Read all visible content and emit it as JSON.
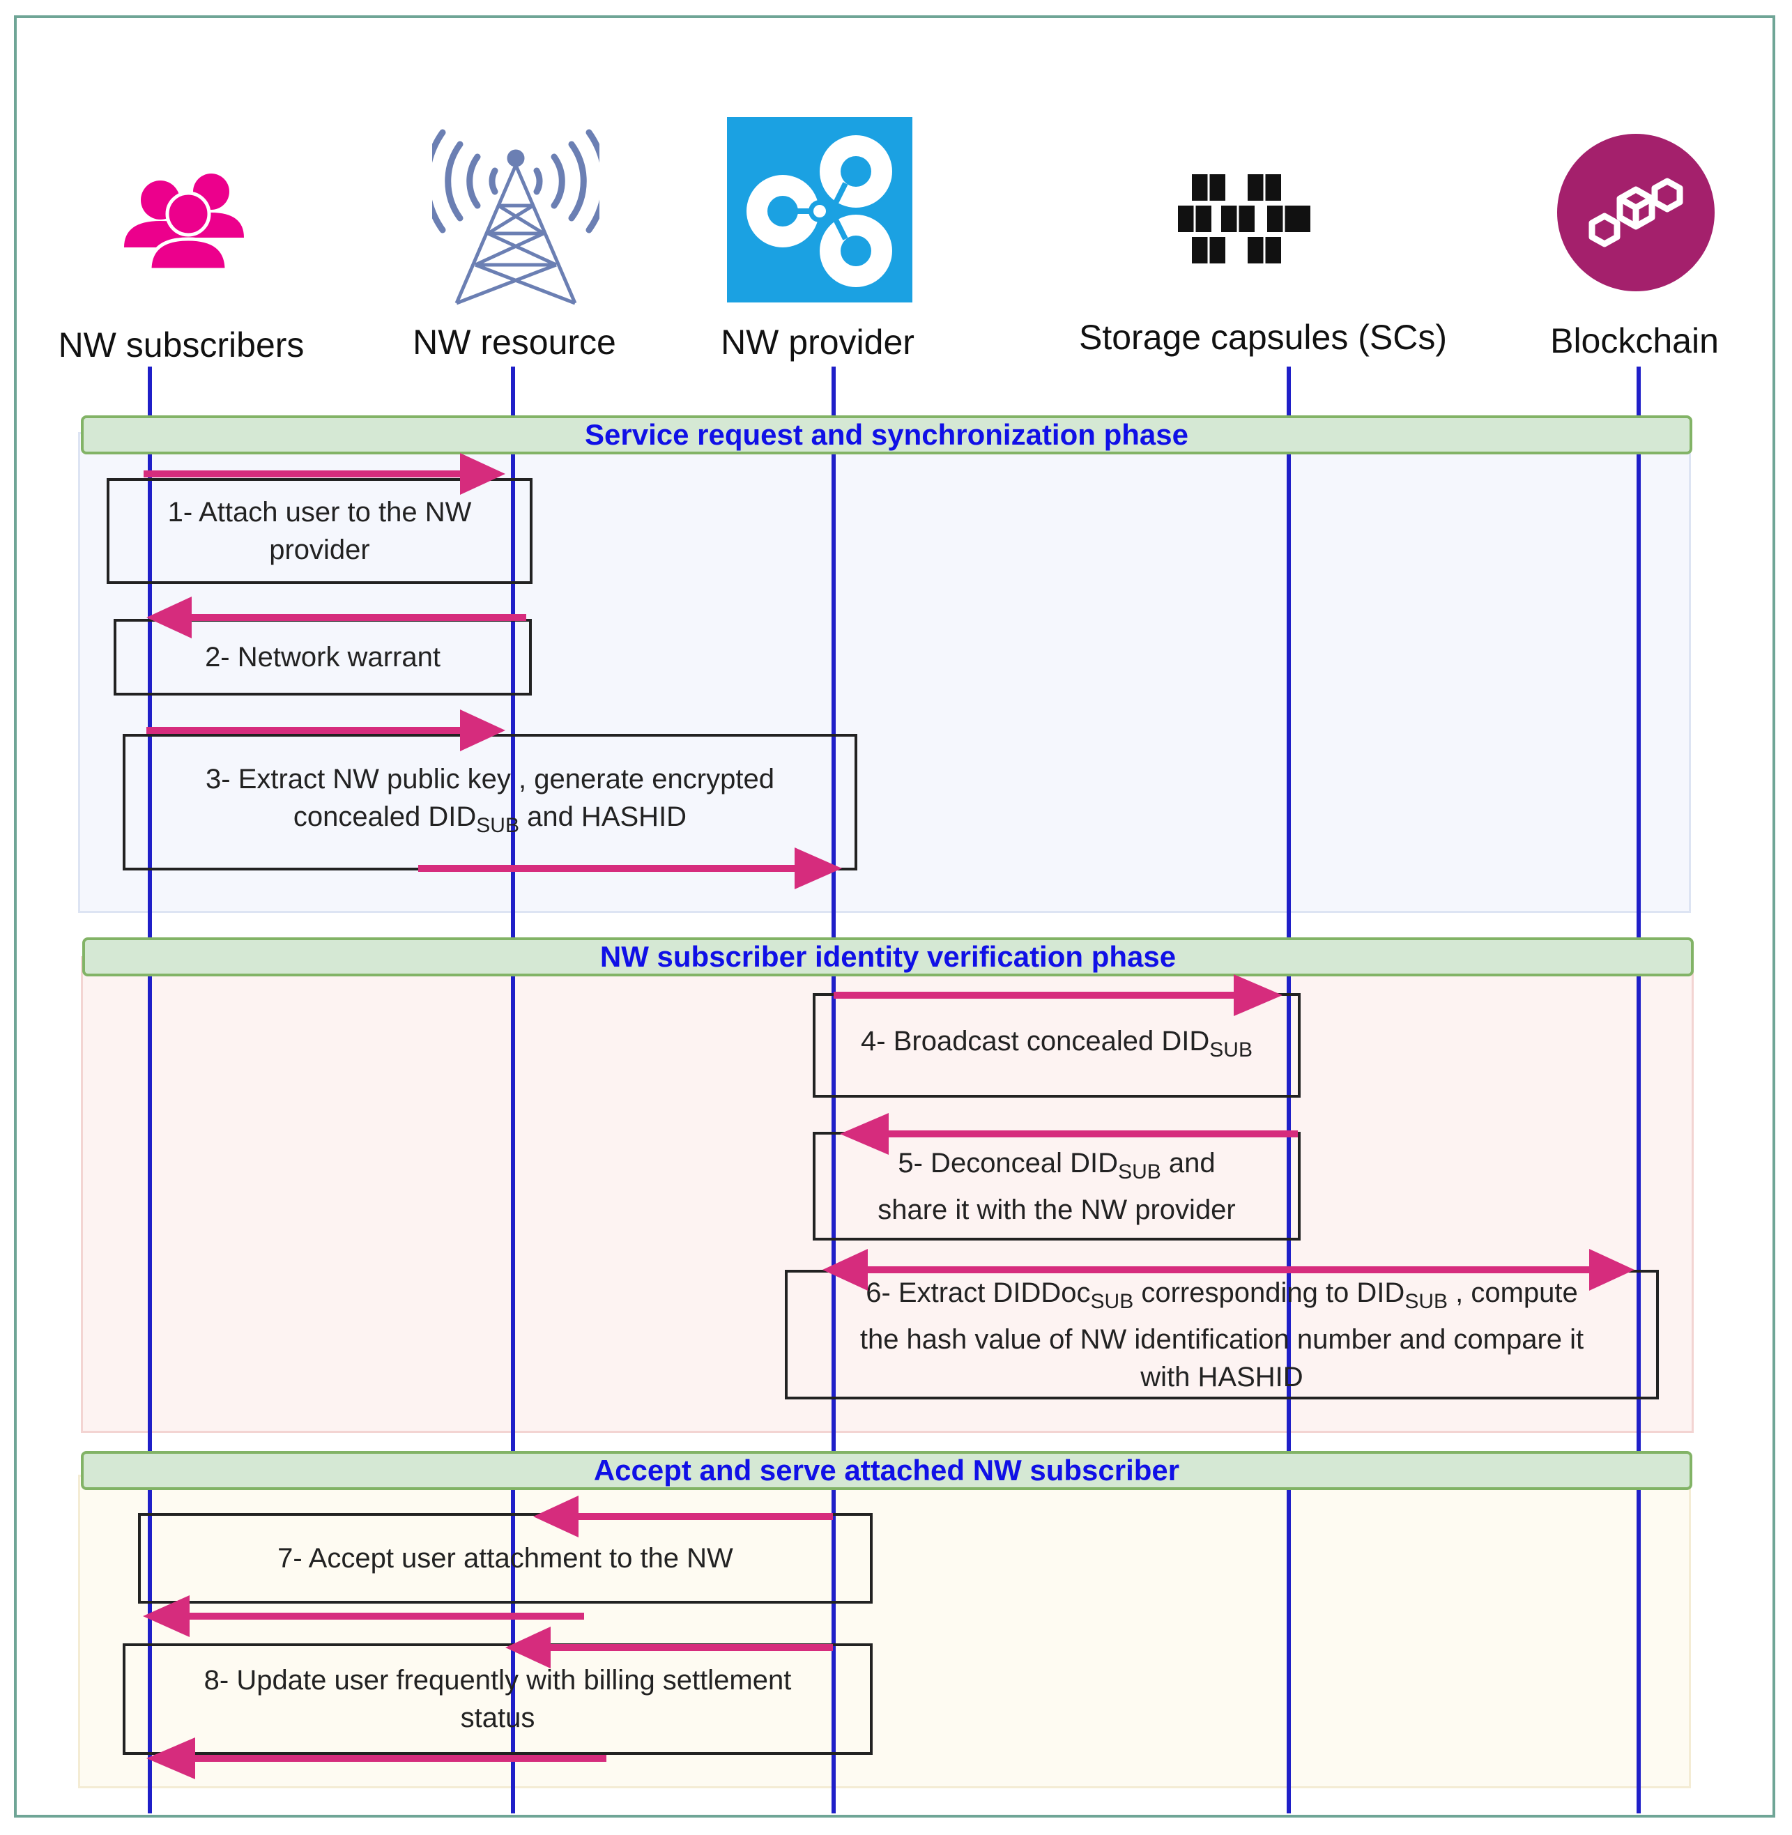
{
  "actors": [
    {
      "key": "subscribers",
      "label": "NW subscribers",
      "icon": "users-icon",
      "color": "#ec008c"
    },
    {
      "key": "resource",
      "label": "NW resource",
      "icon": "cell-tower-icon",
      "color": "#6b7fb3"
    },
    {
      "key": "provider",
      "label": "NW provider",
      "icon": "network-provider-icon",
      "color": "#1ba1e2"
    },
    {
      "key": "storage",
      "label": "Storage capsules (SCs)",
      "icon": "storage-cubes-icon",
      "color": "#111111"
    },
    {
      "key": "blockchain",
      "label": "Blockchain",
      "icon": "blockchain-icon",
      "color": "#a4206c"
    }
  ],
  "phases": [
    {
      "title": "Service request and synchronization phase",
      "fill": "#f5f7fd"
    },
    {
      "title": "NW subscriber identity verification phase",
      "fill": "#fdf3f2"
    },
    {
      "title": "Accept and serve attached NW subscriber",
      "fill": "#fefbf2"
    }
  ],
  "messages": {
    "m1": {
      "line1": "1- Attach user to the NW",
      "line2": "provider"
    },
    "m2": {
      "line1": "2- Network warrant"
    },
    "m3": {
      "line1": "3- Extract NW public key , generate encrypted",
      "line2_pre": "concealed DID",
      "line2_sub": "SUB",
      "line2_post": " and  HASHID"
    },
    "m4": {
      "pre": "4- Broadcast concealed  DID",
      "sub": "SUB"
    },
    "m5": {
      "pre": "5- Deconceal DID",
      "sub": "SUB",
      "post": " and",
      "line2": "share it with the NW provider"
    },
    "m6": {
      "pre": "6- Extract DIDDoc",
      "sub1": "SUB",
      "mid": " corresponding to DID",
      "sub2": "SUB",
      "post": " , compute",
      "line2": "the hash value of NW identification number and compare it",
      "line3": "with HASHID"
    },
    "m7": {
      "line1": "7- Accept user attachment to the NW"
    },
    "m8": {
      "line1": "8- Update user frequently with billing settlement",
      "line2": "status"
    }
  },
  "colors": {
    "lifeline": "#1f1fc8",
    "arrow": "#d62c7d",
    "phase_title": "#1010e6",
    "phase_border": "#82b366",
    "phase_fill": "#d5e8d4"
  }
}
